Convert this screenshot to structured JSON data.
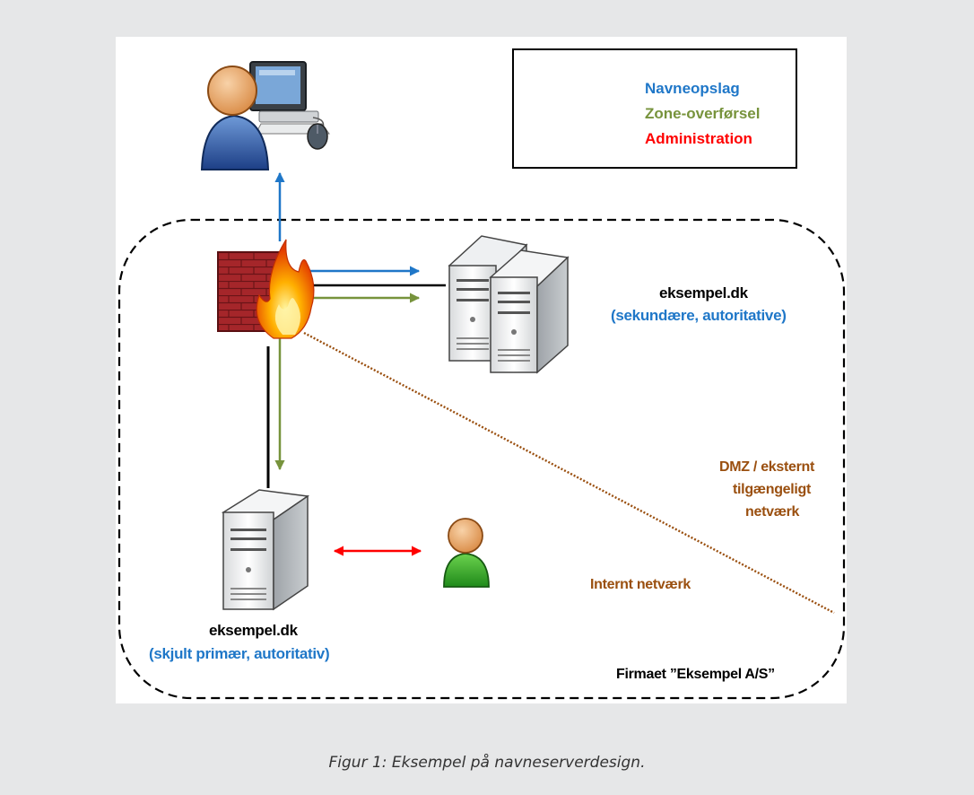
{
  "legend": {
    "items": [
      {
        "label": "Navneopslag",
        "color": "#1f77c8"
      },
      {
        "label": "Zone-overførsel",
        "color": "#77933c"
      },
      {
        "label": "Administration",
        "color": "#ff0000"
      }
    ]
  },
  "secondary_server": {
    "name": "eksempel.dk",
    "role": "(sekundære, autoritative)"
  },
  "primary_server": {
    "name": "eksempel.dk",
    "role": "(skjult primær, autoritativ)"
  },
  "zones": {
    "dmz": [
      "DMZ / eksternt",
      "tilgængeligt",
      "netværk"
    ],
    "internal": "Internt netværk"
  },
  "company_label": "Firmaet ”Eksempel A/S”",
  "caption": "Figur 1: Eksempel på navneserverdesign.",
  "colors": {
    "blue": "#1f77c8",
    "green": "#77933c",
    "red": "#ff0000",
    "brown": "#9a4f0f"
  }
}
